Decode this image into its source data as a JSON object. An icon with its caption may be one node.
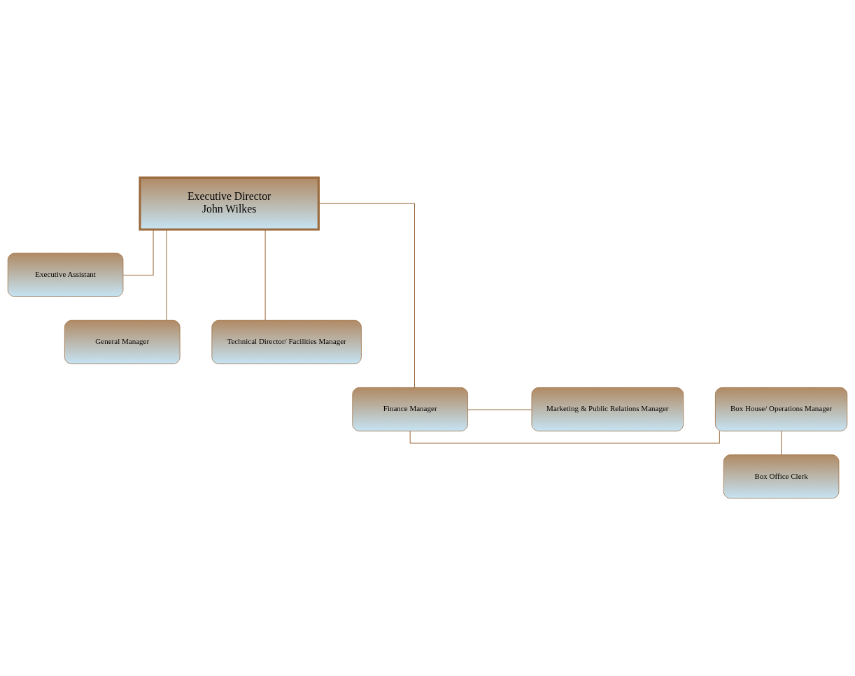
{
  "diagram": {
    "nodes": [
      {
        "text": [
          "Executive Director",
          "John Wilkes"
        ]
      },
      {
        "text": [
          "Executive Assistant"
        ]
      },
      {
        "text": [
          "General Manager"
        ]
      },
      {
        "text": [
          "Technical Director/ Facilities Manager"
        ]
      },
      {
        "text": [
          "Box House/ Operations Manager"
        ]
      },
      {
        "text": [
          "Finance Manager"
        ]
      },
      {
        "text": [
          "Marketing & Public Relations Manager"
        ]
      },
      {
        "text": [
          "Box Office Clerk"
        ]
      }
    ],
    "edges": [
      {
        "from": 0,
        "to": 1,
        "arrow": "none"
      },
      {
        "from": 0,
        "to": 2,
        "arrow": "none"
      },
      {
        "from": 0,
        "to": 3,
        "arrow": "none"
      },
      {
        "from": 0,
        "to": 5,
        "arrow": "none"
      },
      {
        "from": 5,
        "to": 4,
        "arrow": "none"
      },
      {
        "from": 5,
        "to": 6,
        "arrow": "none"
      },
      {
        "from": 4,
        "to": 7,
        "arrow": "none"
      }
    ]
  }
}
